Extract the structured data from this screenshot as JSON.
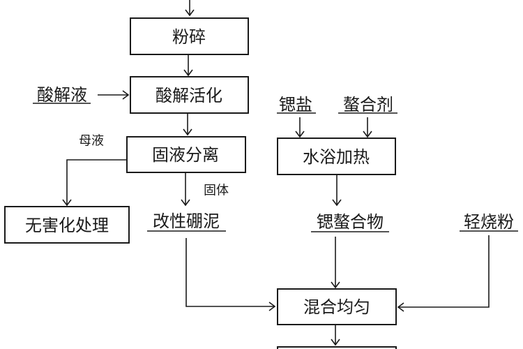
{
  "diagram": {
    "type": "process-flowchart",
    "nodes": {
      "crush": "粉碎",
      "acid_activation": "酸解活化",
      "solid_liquid_separation": "固液分离",
      "harmless_treatment": "无害化处理",
      "water_bath_heating": "水浴加热",
      "mix_evenly": "混合均匀"
    },
    "materials": {
      "acid_solution": "酸解液",
      "modified_boron_mud": "改性硼泥",
      "strontium_salt": "锶盐",
      "chelating_agent": "螯合剂",
      "strontium_chelate": "锶螯合物",
      "light_burned_powder": "轻烧粉"
    },
    "edge_labels": {
      "mother_liquor": "母液",
      "solid": "固体"
    },
    "edges": [
      {
        "from": "(input above)",
        "to": "粉碎"
      },
      {
        "from": "粉碎",
        "to": "酸解活化"
      },
      {
        "from": "酸解液",
        "to": "酸解活化"
      },
      {
        "from": "酸解活化",
        "to": "固液分离"
      },
      {
        "from": "固液分离",
        "to": "无害化处理",
        "label": "母液"
      },
      {
        "from": "固液分离",
        "to": "改性硼泥",
        "label": "固体"
      },
      {
        "from": "锶盐",
        "to": "水浴加热"
      },
      {
        "from": "螯合剂",
        "to": "水浴加热"
      },
      {
        "from": "水浴加热",
        "to": "锶螯合物"
      },
      {
        "from": "锶螯合物",
        "to": "混合均匀"
      },
      {
        "from": "改性硼泥",
        "to": "混合均匀"
      },
      {
        "from": "轻烧粉",
        "to": "混合均匀"
      },
      {
        "from": "混合均匀",
        "to": "(next step below)"
      }
    ]
  }
}
